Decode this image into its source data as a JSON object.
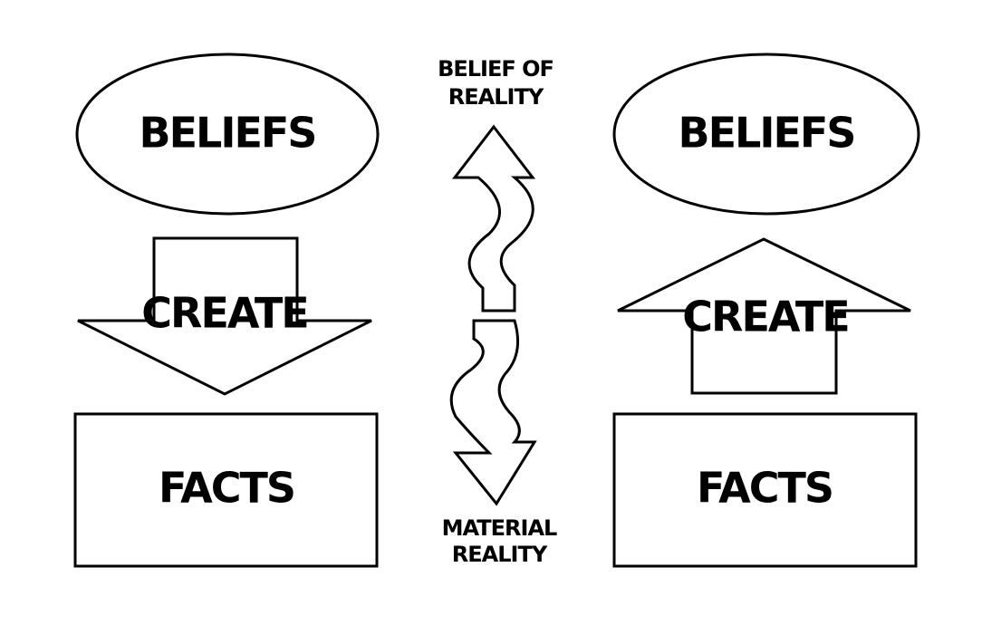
{
  "left": {
    "beliefs_label": "BELIEFS",
    "create_label": "CREATE",
    "facts_label": "FACTS"
  },
  "center": {
    "top_label_line1": "BELIEF OF",
    "top_label_line2": "REALITY",
    "bottom_label_line1": "MATERIAL",
    "bottom_label_line2": "REALITY"
  },
  "right": {
    "beliefs_label": "BELIEFS",
    "create_label": "CREATE",
    "facts_label": "FACTS"
  },
  "colors": {
    "stroke": "#000000",
    "fill": "#ffffff",
    "text": "#000000"
  }
}
